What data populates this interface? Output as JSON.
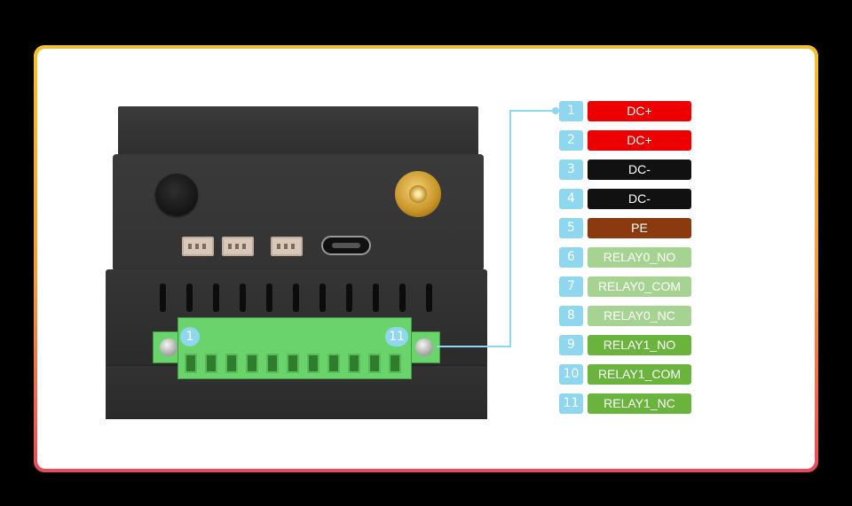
{
  "connector_badges": {
    "first": "1",
    "last": "11"
  },
  "pins": [
    {
      "num": "1",
      "label": "DC+",
      "color": "#ee0000"
    },
    {
      "num": "2",
      "label": "DC+",
      "color": "#ee0000"
    },
    {
      "num": "3",
      "label": "DC-",
      "color": "#111111"
    },
    {
      "num": "4",
      "label": "DC-",
      "color": "#111111"
    },
    {
      "num": "5",
      "label": "PE",
      "color": "#8b3a10"
    },
    {
      "num": "6",
      "label": "RELAY0_NO",
      "color": "#a6d392"
    },
    {
      "num": "7",
      "label": "RELAY0_COM",
      "color": "#a6d392"
    },
    {
      "num": "8",
      "label": "RELAY0_NC",
      "color": "#a6d392"
    },
    {
      "num": "9",
      "label": "RELAY1_NO",
      "color": "#6ab33c"
    },
    {
      "num": "10",
      "label": "RELAY1_COM",
      "color": "#6ab33c"
    },
    {
      "num": "11",
      "label": "RELAY1_NC",
      "color": "#6ab33c"
    }
  ],
  "colors": {
    "frame_top": "#f2c12d",
    "frame_bottom": "#ea4a5a",
    "number_badge": "#8ed7ef",
    "terminal_block": "#6bd36b"
  }
}
